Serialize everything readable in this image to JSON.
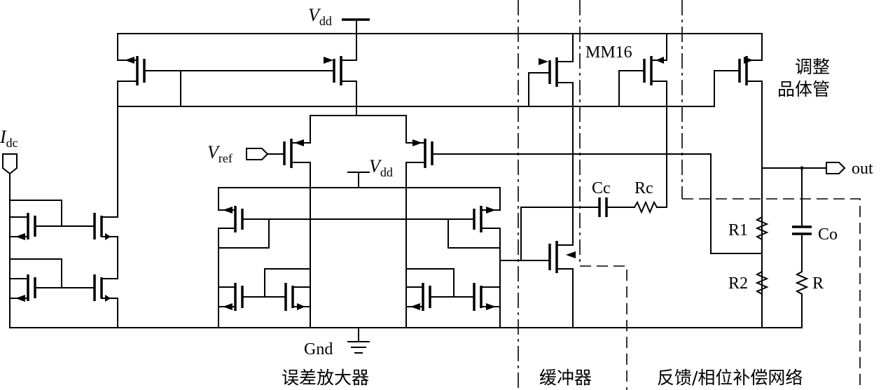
{
  "labels": {
    "vdd_top_main": "V",
    "vdd_top_sub": "dd",
    "vdd_mid_main": "V",
    "vdd_mid_sub": "dd",
    "idc_main": "I",
    "idc_sub": "dc",
    "vref_main": "V",
    "vref_sub": "ref",
    "mm16": "MM16",
    "cc": "Cc",
    "rc": "Rc",
    "out": "out",
    "r1": "R1",
    "r2": "R2",
    "co": "Co",
    "r": "R",
    "gnd": "Gnd",
    "pass_transistor_line1": "调整",
    "pass_transistor_line2": "品体管"
  },
  "sections": {
    "error_amplifier": "误差放大器",
    "buffer": "缓冲器",
    "feedback_network": "反馈/相位补偿网络"
  }
}
